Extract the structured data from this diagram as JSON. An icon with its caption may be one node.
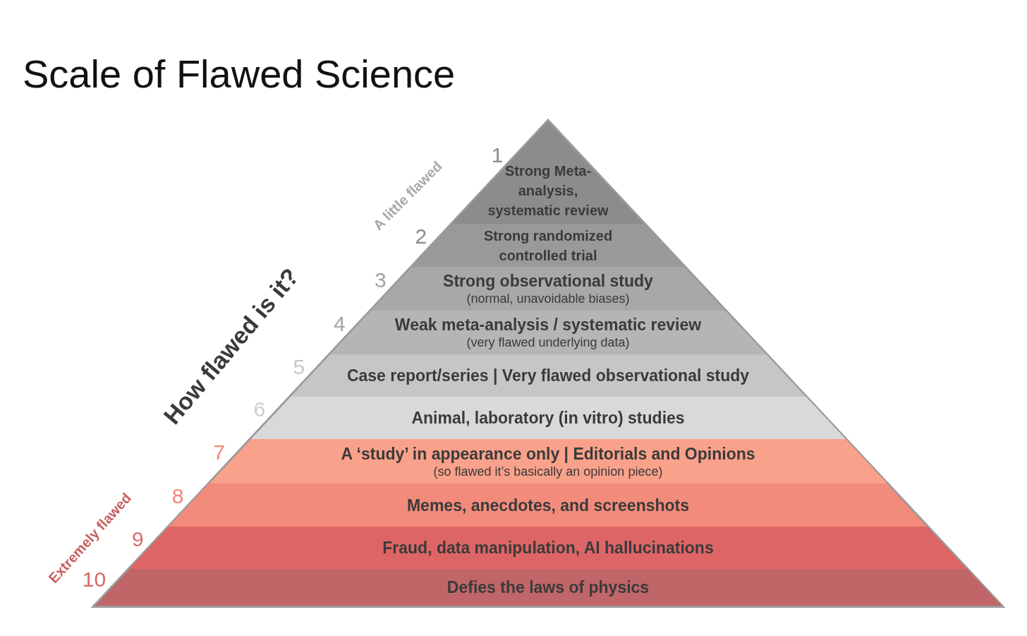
{
  "diagram": {
    "title": "Scale of Flawed Science",
    "nodes": [
      {
        "text": [
          "Strong Meta-analysis, systematic review"
        ],
        "beside": [
          "1"
        ]
      },
      {
        "text": [
          "Strong randomized controlled trial"
        ],
        "beside": [
          "2"
        ]
      },
      {
        "text": [
          "Strong observational study",
          "(normal, unavoidable biases)"
        ],
        "beside": [
          "3"
        ]
      },
      {
        "text": [
          "Weak meta-analysis / systematic review",
          "(very flawed underlying data)"
        ],
        "beside": [
          "4"
        ]
      },
      {
        "text": [
          "Case report/series | Very flawed observational study"
        ],
        "beside": [
          "5"
        ]
      },
      {
        "text": [
          "Animal, laboratory (in vitro) studies"
        ],
        "beside": [
          "6"
        ]
      },
      {
        "text": [
          "A ‘study’ in appearance only | Editorials and Opinions",
          "(so flawed it’s basically an opinion piece)"
        ],
        "beside": [
          "7"
        ]
      },
      {
        "text": [
          "Memes, anecdotes, and screenshots"
        ],
        "beside": [
          "8"
        ]
      },
      {
        "text": [
          "Fraud, data manipulation, AI hallucinations"
        ],
        "beside": [
          "9"
        ]
      },
      {
        "text": [
          "Defies the laws of physics"
        ],
        "beside": [
          "10"
        ]
      }
    ],
    "labels": [
      "A little flawed",
      "How flawed is it?",
      "Extremely flawed"
    ]
  }
}
